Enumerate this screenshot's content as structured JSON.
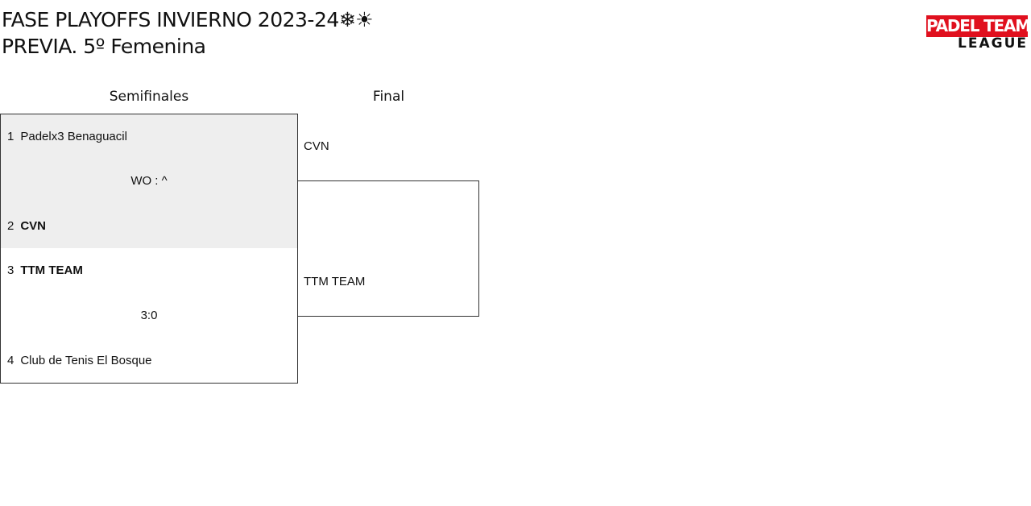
{
  "header": {
    "title_line1": "FASE PLAYOFFS INVIERNO 2023-24❄☀",
    "title_line2": "PREVIA. 5º Femenina"
  },
  "logo": {
    "top_text": "PADEL TEAM",
    "bottom_text": "LEAGUE",
    "brand_color": "#e0101e"
  },
  "rounds": {
    "semifinals_label": "Semifinales",
    "final_label": "Final"
  },
  "semifinals": [
    {
      "team1": {
        "seed": "1",
        "name": "Padelx3 Benaguacil"
      },
      "score": "WO : ^",
      "team2": {
        "seed": "2",
        "name": "CVN"
      }
    },
    {
      "team1": {
        "seed": "3",
        "name": "TTM TEAM"
      },
      "score": "3:0",
      "team2": {
        "seed": "4",
        "name": "Club de Tenis El Bosque"
      }
    }
  ],
  "final": {
    "team1": "CVN",
    "team2": "TTM TEAM"
  }
}
